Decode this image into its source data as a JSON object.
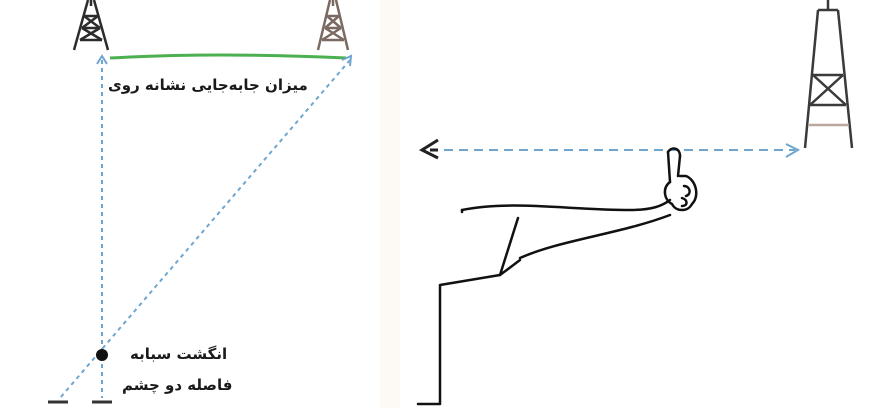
{
  "labels": {
    "mark_shift": "میزان جابه‌جایی نشانه روی",
    "index_finger": "انگشت سبابه",
    "eye_distance": "فاصله دو چشم"
  },
  "colors": {
    "dashed_line": "#6fa6cf",
    "ground_line": "#4caf50",
    "tower_dark": "#2c2c2c",
    "tower_brown": "#7a6a62",
    "outline": "#111111"
  }
}
